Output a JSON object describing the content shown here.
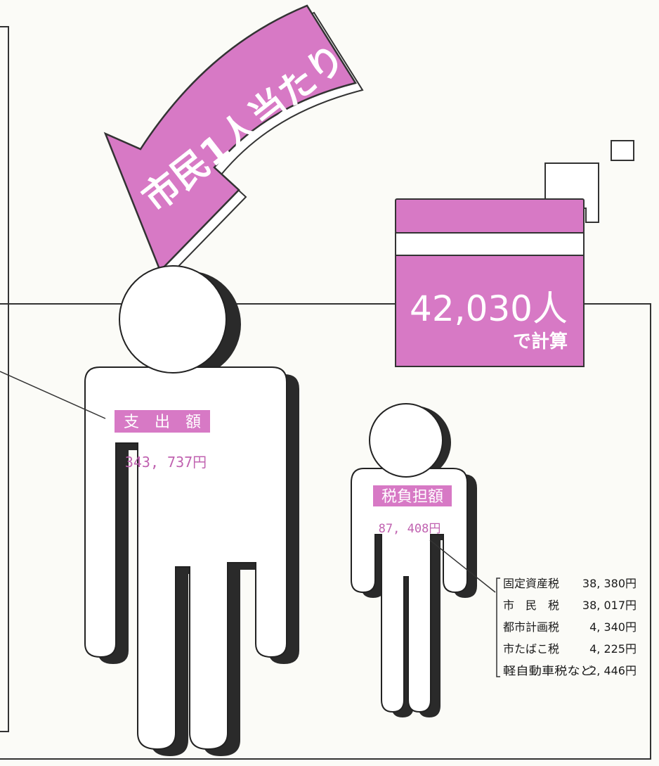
{
  "colors": {
    "accent": "#d779c5",
    "accent_text": "#c062b0",
    "shadow": "#2a2a2a",
    "line": "#333333"
  },
  "arrow": {
    "label": "市民1人当たり"
  },
  "population": {
    "count": "42,030人",
    "note": "で計算"
  },
  "expenditure": {
    "label": "支　出　額",
    "amount": "343, 737円"
  },
  "tax_burden": {
    "label": "税負担額",
    "amount": "87, 408円"
  },
  "tax_breakdown": [
    {
      "name": "固定資産税",
      "amount": "38, 380円"
    },
    {
      "name": "市　民　税",
      "amount": "38, 017円"
    },
    {
      "name": "都市計画税",
      "amount": "4, 340円"
    },
    {
      "name": "市たばこ税",
      "amount": "4, 225円"
    },
    {
      "name": "軽自動車税など",
      "amount": "2, 446円"
    }
  ],
  "icons": [
    "arrow-icon",
    "person-icon",
    "building-icon"
  ]
}
